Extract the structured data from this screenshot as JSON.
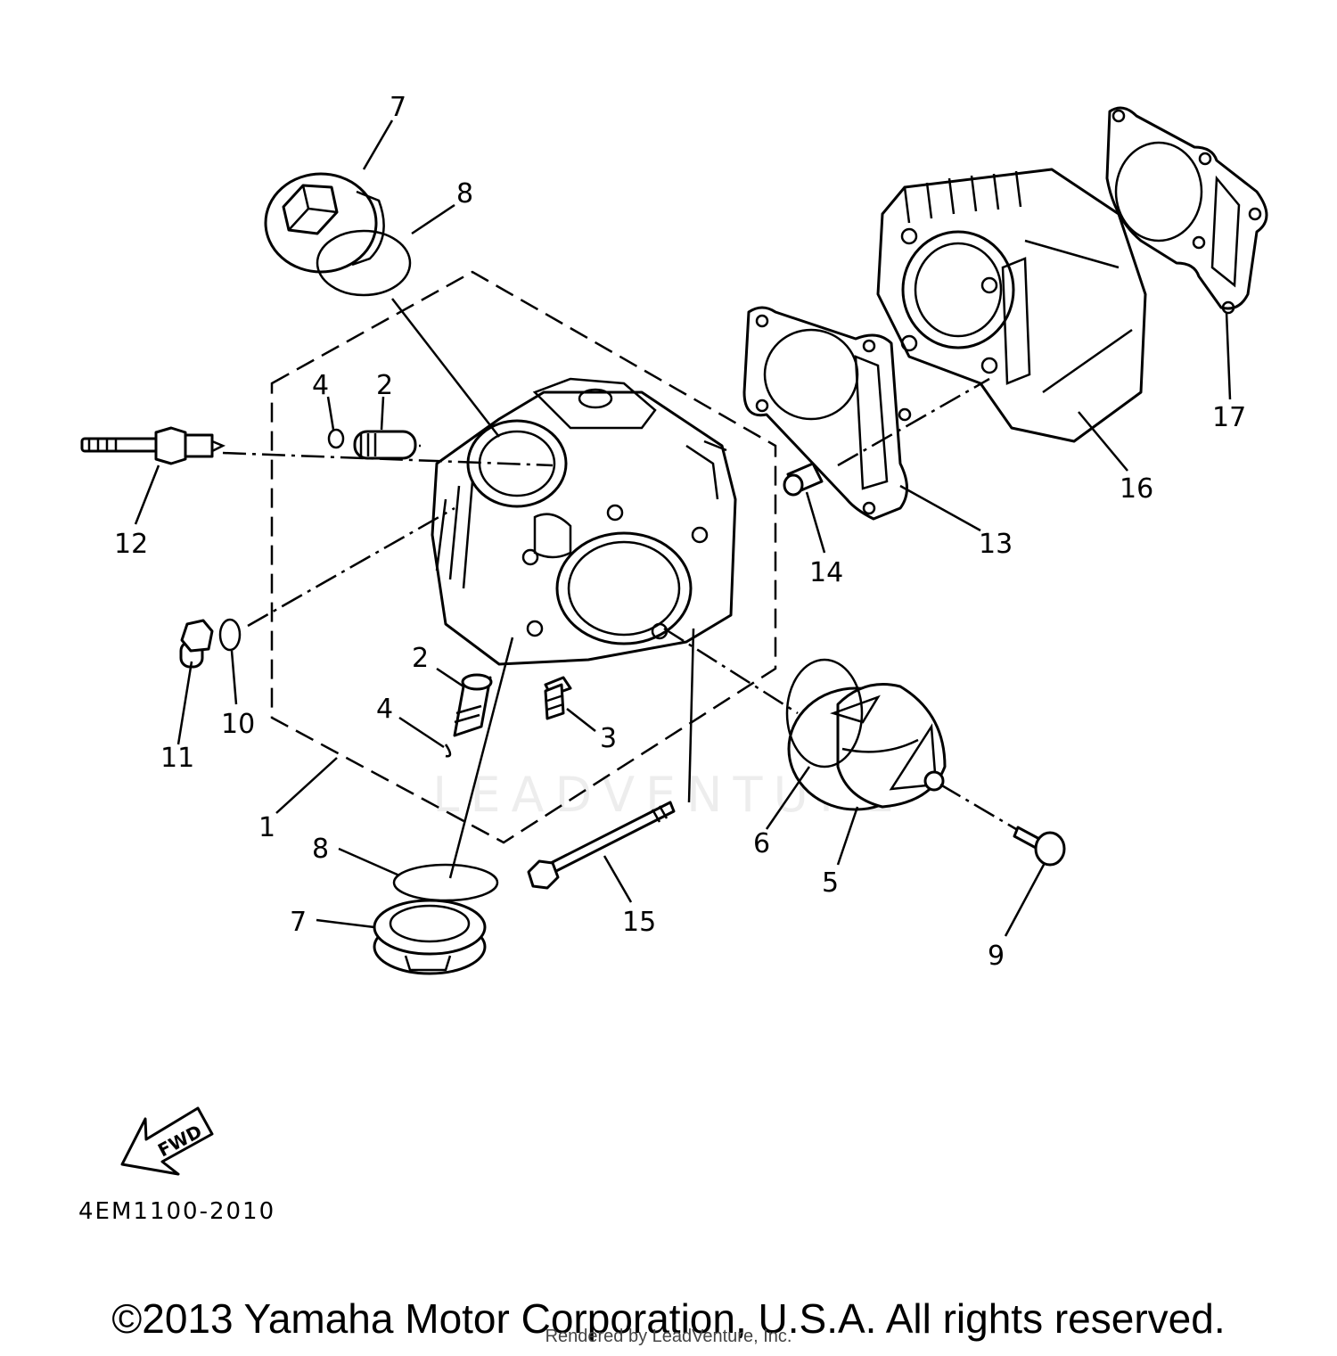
{
  "callouts": {
    "c1": "1",
    "c2a": "2",
    "c2b": "2",
    "c3": "3",
    "c4a": "4",
    "c4b": "4",
    "c5": "5",
    "c6": "6",
    "c7a": "7",
    "c7b": "7",
    "c8a": "8",
    "c8b": "8",
    "c9": "9",
    "c10": "10",
    "c11": "11",
    "c12": "12",
    "c13": "13",
    "c14": "14",
    "c15": "15",
    "c16": "16",
    "c17": "17"
  },
  "fwd_label": "FWD",
  "diagram_code": "4EM1100-2010",
  "copyright": "©2013 Yamaha Motor Corporation, U.S.A. All rights reserved.",
  "rendered_by": "Rendered by LeadVenture, Inc.",
  "watermark": "LEADVENTURE"
}
